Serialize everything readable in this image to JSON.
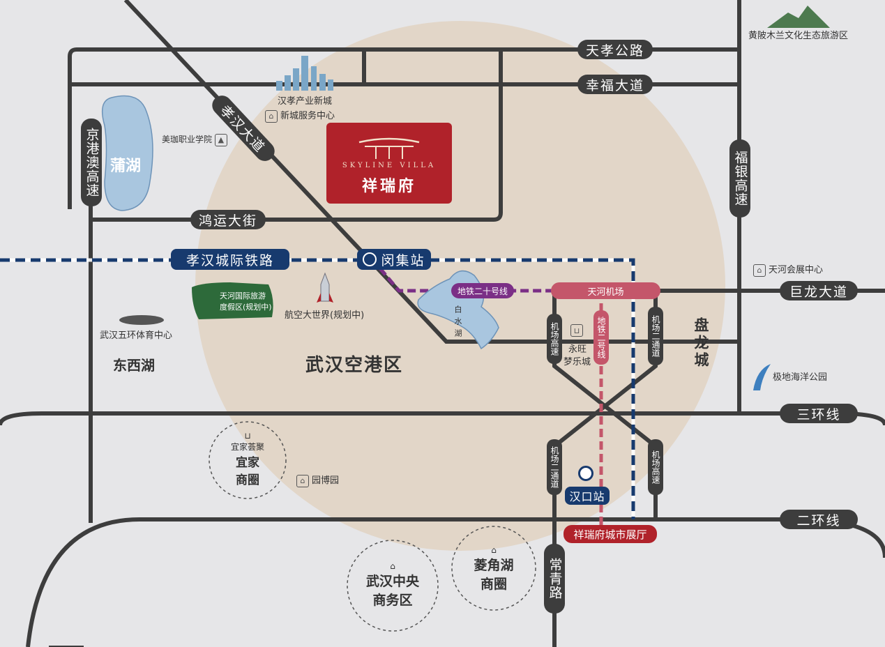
{
  "colors": {
    "background": "#e6e6e8",
    "zone": "#e2d6c8",
    "road": "#3d3d3d",
    "intercity_rail": "#173a6e",
    "metro_20": "#7b2f86",
    "metro_2": "#c4566a",
    "lake": "#a9c6df",
    "project": "#b0222a"
  },
  "roads": {
    "tianxiao": "天孝公路",
    "xingfu": "幸福大道",
    "xiaohan": "孝汉大道",
    "jinggangao": "京港澳高速",
    "hongyun": "鸿运大街",
    "fuyin": "福银高速",
    "julong": "巨龙大道",
    "sanhuan": "三环线",
    "erhuan": "二环线",
    "changqing": "常青路",
    "airport_exp_1": "机场高速",
    "airport_exp_2": "机场高速",
    "airport_tunnel_1": "机场二通道",
    "airport_tunnel_2": "机场二通道"
  },
  "transit": {
    "intercity": "孝汉城际铁路",
    "minji": "闵集站",
    "metro20": "地铁二十号线",
    "tianhe_airport": "天河机场",
    "metro2": "地铁二号线",
    "hankou": "汉口站"
  },
  "project": {
    "name_en": "SKYLINE VILLA",
    "name_cn": "祥瑞府",
    "showroom": "祥瑞府城市展厅"
  },
  "places": {
    "puhu": "蒲湖",
    "baishuihu": "白水湖",
    "hanxiao_newcity": "汉孝产业新城",
    "newcity_service": "新城服务中心",
    "meijia": "美珈职业学院",
    "huangpi": "黄陂木兰文化生态旅游区",
    "tianhe_resort_1": "天河国际旅游",
    "tianhe_resort_2": "度假区(规划中)",
    "aerospace": "航空大世界(规划中)",
    "wuhuan_sports": "武汉五环体育中心",
    "dongxihu": "东西湖",
    "airport_district": "武汉空港区",
    "panlong": "盘龙城",
    "tianhe_expo": "天河会展中心",
    "polar_ocean": "极地海洋公园",
    "yongwang": "永旺",
    "mengle": "梦乐城",
    "yuanboyuan": "园博园",
    "yijia_mall": "宜家荟聚",
    "yijia_area": "宜家",
    "yijia_circle": "商圈",
    "wuhan_cbd_1": "武汉中央",
    "wuhan_cbd_2": "商务区",
    "lingjiaohu_1": "菱角湖",
    "lingjiaohu_2": "商圈"
  }
}
